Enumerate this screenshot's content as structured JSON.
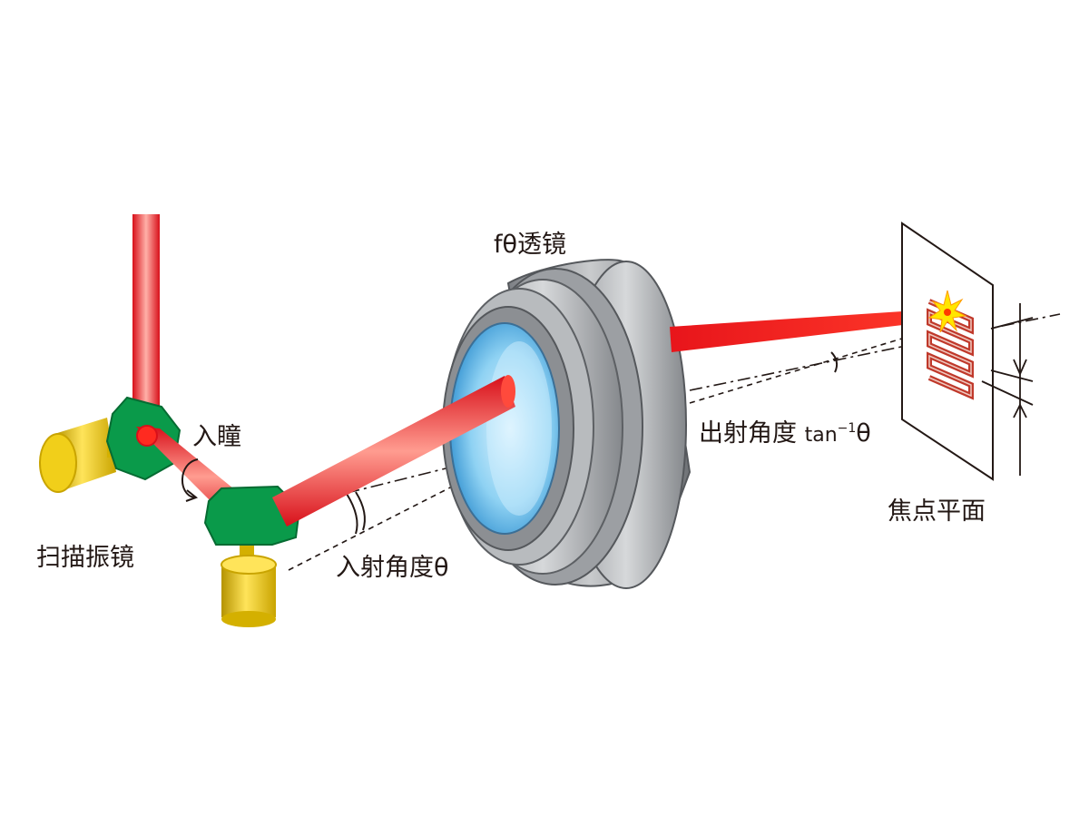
{
  "labels": {
    "f_theta_lens": "fθ透镜",
    "entrance_pupil": "入瞳",
    "scan_galvo": "扫描振镜",
    "incident_angle": "入射角度θ",
    "exit_angle_prefix": "出射角度",
    "exit_angle_formula": "tan",
    "exit_angle_exponent": "−1",
    "exit_angle_suffix": "θ",
    "focal_plane": "焦点平面"
  },
  "colors": {
    "laser_beam": "#e8151b",
    "mirror": "#0a9a4a",
    "motor": "#e5c000",
    "lens_body": "#8c8f93",
    "lens_glass": "#6ec3ee",
    "pattern": "#c0392b"
  },
  "icons": {
    "spark": "laser-spot-icon",
    "arrows": "dimension-arrow-icon"
  }
}
